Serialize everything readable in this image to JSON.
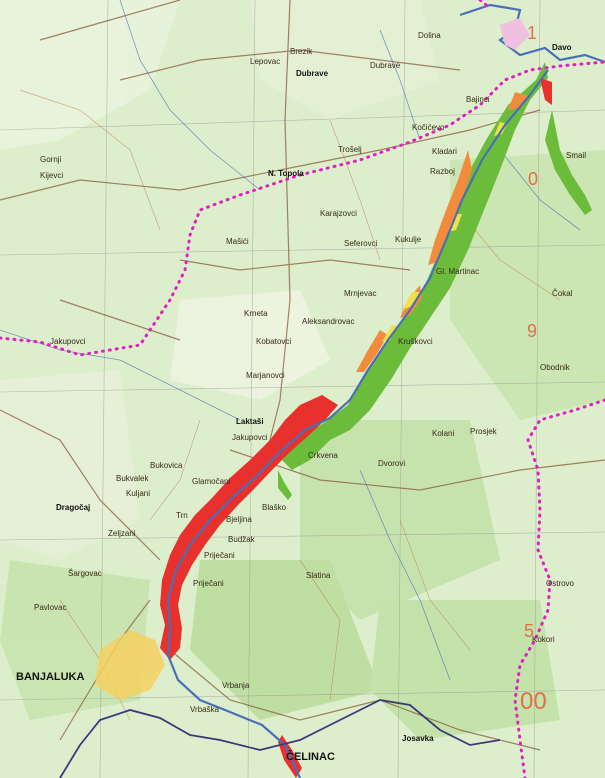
{
  "map": {
    "colors": {
      "terrain_green": "#bfe0a8",
      "terrain_light": "#e6f1d6",
      "river_blue": "#4a6fb8",
      "boundary_magenta": "#e020c0",
      "road_brown": "#8a5a3a",
      "flood_red": "#e8302c",
      "flood_orange": "#f28c3c",
      "flood_yellow": "#f2e048",
      "flood_green": "#6cbc3c",
      "urban_yellow": "#f6d060",
      "grid_number": "#e0704a"
    },
    "city": {
      "name": "BANJALUKA"
    },
    "town_celinac": {
      "name": "ČELINAC"
    },
    "grid_numbers": [
      {
        "id": "g1",
        "text": "1"
      },
      {
        "id": "g0",
        "text": "0"
      },
      {
        "id": "g9",
        "text": "9"
      },
      {
        "id": "g5",
        "text": "5"
      },
      {
        "id": "g00",
        "text": "00"
      }
    ],
    "places": [
      {
        "id": "p1",
        "text": "Dubrave"
      },
      {
        "id": "p2",
        "text": "Brezik"
      },
      {
        "id": "p3",
        "text": "Lepovac"
      },
      {
        "id": "p4",
        "text": "Dubrave"
      },
      {
        "id": "p5",
        "text": "N. Topola"
      },
      {
        "id": "p6",
        "text": "Kladari"
      },
      {
        "id": "p7",
        "text": "Razboj"
      },
      {
        "id": "p8",
        "text": "Bajinci"
      },
      {
        "id": "p9",
        "text": "Davo"
      },
      {
        "id": "p10",
        "text": "Gornji"
      },
      {
        "id": "p11",
        "text": "Kijevci"
      },
      {
        "id": "p12",
        "text": "Karajzovci"
      },
      {
        "id": "p13",
        "text": "Seferovci"
      },
      {
        "id": "p14",
        "text": "Kukulje"
      },
      {
        "id": "p15",
        "text": "Mašići"
      },
      {
        "id": "p16",
        "text": "Jakupovci"
      },
      {
        "id": "p17",
        "text": "Krneta"
      },
      {
        "id": "p18",
        "text": "Kobatovci"
      },
      {
        "id": "p19",
        "text": "Aleksandrovac"
      },
      {
        "id": "p20",
        "text": "Laktaši"
      },
      {
        "id": "p21",
        "text": "Jakupovci"
      },
      {
        "id": "p22",
        "text": "Prosjek"
      },
      {
        "id": "p23",
        "text": "Kolani"
      },
      {
        "id": "p24",
        "text": "Bukvalek"
      },
      {
        "id": "p25",
        "text": "Glamočani"
      },
      {
        "id": "p26",
        "text": "Trn"
      },
      {
        "id": "p27",
        "text": "Dragočaj"
      },
      {
        "id": "p28",
        "text": "Zeljzani"
      },
      {
        "id": "p29",
        "text": "Bjeljina"
      },
      {
        "id": "p30",
        "text": "Budžak"
      },
      {
        "id": "p31",
        "text": "Pavlovac"
      },
      {
        "id": "p32",
        "text": "Priječani"
      },
      {
        "id": "p33",
        "text": "Slatina"
      },
      {
        "id": "p34",
        "text": "Josavka"
      },
      {
        "id": "p35",
        "text": "Čokal"
      },
      {
        "id": "p36",
        "text": "Kruškovci"
      },
      {
        "id": "p37",
        "text": "Blaško"
      },
      {
        "id": "p38",
        "text": "Marjanovci"
      },
      {
        "id": "p39",
        "text": "Dvorovi"
      },
      {
        "id": "p40",
        "text": "Gl. Martinac"
      },
      {
        "id": "p41",
        "text": "Mrnjevac"
      },
      {
        "id": "p42",
        "text": "Trošelj"
      },
      {
        "id": "p43",
        "text": "Crkvena"
      },
      {
        "id": "p44",
        "text": "Vrbanja"
      },
      {
        "id": "p45",
        "text": "Kuljani"
      },
      {
        "id": "p46",
        "text": "Priječani"
      },
      {
        "id": "p47",
        "text": "Šargovac"
      },
      {
        "id": "p48",
        "text": "Kočićevo"
      },
      {
        "id": "p49",
        "text": "Dolina"
      },
      {
        "id": "p50",
        "text": "Obodnik"
      },
      {
        "id": "p51",
        "text": "Ostrovo"
      },
      {
        "id": "p52",
        "text": "Kokori"
      },
      {
        "id": "p53",
        "text": "Vrbaška"
      },
      {
        "id": "p54",
        "text": "Smail"
      },
      {
        "id": "p55",
        "text": "Bukovica"
      }
    ]
  }
}
